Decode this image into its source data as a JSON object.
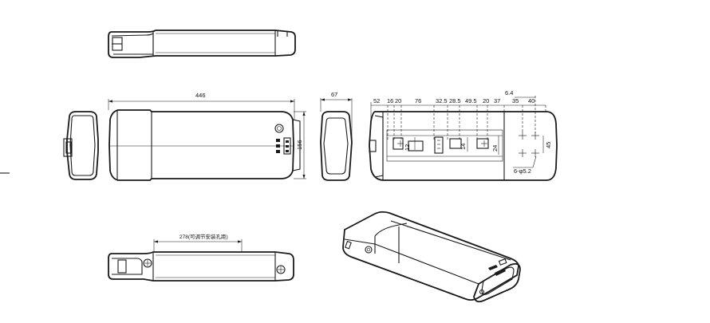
{
  "colors": {
    "line": "#1a1a1a",
    "paper": "#ffffff"
  },
  "front_view": {
    "length_dim": "446",
    "height_dim": "156"
  },
  "end_view": {
    "width_dim": "67"
  },
  "bottom_view": {
    "dims_top": [
      "52",
      "16",
      "20",
      "76",
      "32.5",
      "28.5",
      "49.5",
      "20",
      "37",
      "35",
      "40"
    ],
    "dim_small_top": "6.4",
    "dims_inner": [
      "12",
      "14",
      "24",
      "45"
    ],
    "hole_note": "6-φ5.2"
  },
  "side_view": {
    "length_note": "278(可调节安装孔距)"
  }
}
